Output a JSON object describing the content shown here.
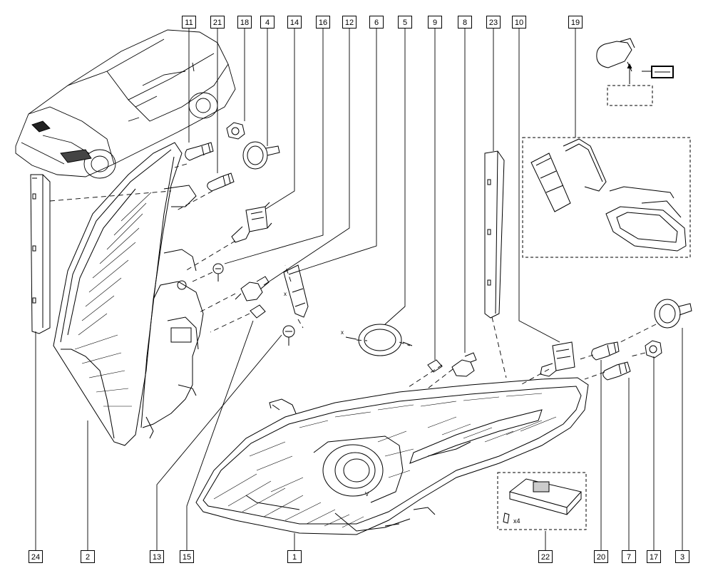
{
  "diagram": {
    "top_callouts": [
      "11",
      "21",
      "18",
      "4",
      "14",
      "16",
      "12",
      "6",
      "5",
      "9",
      "8",
      "23",
      "10",
      "19"
    ],
    "bottom_callouts": [
      "24",
      "2",
      "13",
      "15",
      "1",
      "22",
      "20",
      "7",
      "17",
      "3"
    ],
    "annotations": {
      "screw_quantity": "x4",
      "axis_mark_a": "x",
      "axis_mark_b": "x"
    }
  }
}
